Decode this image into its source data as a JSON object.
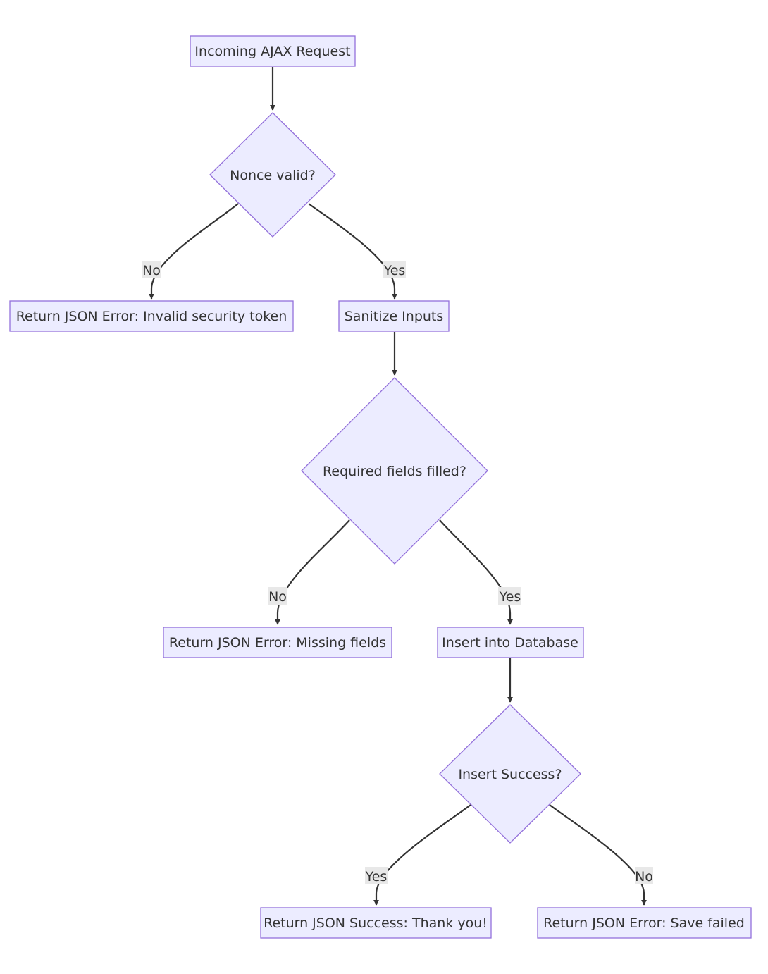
{
  "diagram": {
    "nodes": {
      "incoming": "Incoming AJAX Request",
      "nonce_valid": "Nonce valid?",
      "error_invalid_token": "Return JSON Error: Invalid security token",
      "sanitize": "Sanitize Inputs",
      "required_filled": "Required fields filled?",
      "error_missing_fields": "Return JSON Error: Missing fields",
      "insert_db": "Insert into Database",
      "insert_success": "Insert Success?",
      "success_thank_you": "Return JSON Success: Thank you!",
      "error_save_failed": "Return JSON Error: Save failed"
    },
    "edges": {
      "nonce_no": "No",
      "nonce_yes": "Yes",
      "required_no": "No",
      "required_yes": "Yes",
      "insert_yes": "Yes",
      "insert_no": "No"
    },
    "colors": {
      "node_fill": "#ECECFF",
      "node_stroke": "#9370DB",
      "edge": "#333333",
      "label_bg": "#E8E8E8"
    }
  }
}
